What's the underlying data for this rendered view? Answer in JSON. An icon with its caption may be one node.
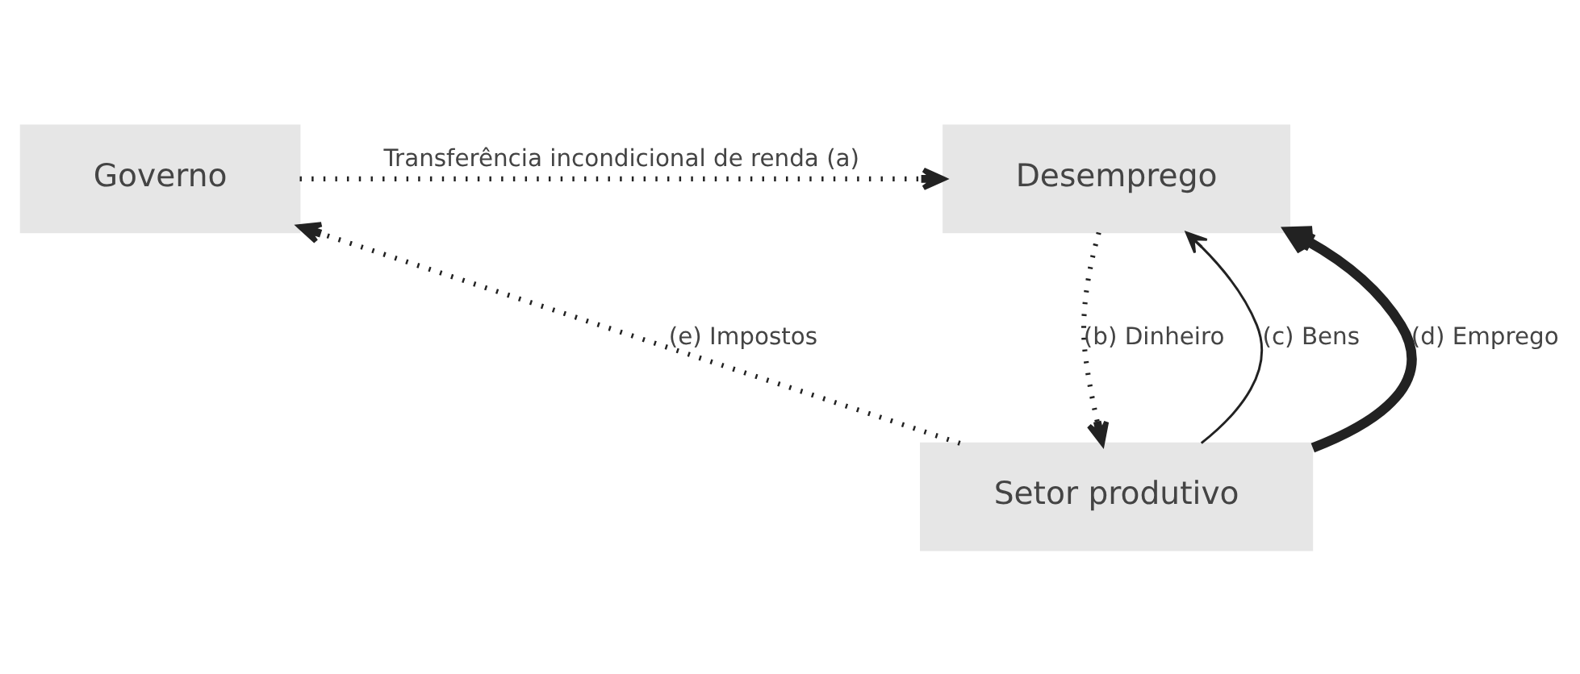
{
  "diagram": {
    "nodes": [
      {
        "text": [
          "Governo"
        ]
      },
      {
        "text": [
          "Desemprego"
        ]
      },
      {
        "text": [
          "Setor produtivo"
        ]
      }
    ],
    "edges": [
      {
        "from": 0,
        "to": 1,
        "arrow": "to",
        "label": "Transferência incondicional de renda (a)",
        "style": "dashed"
      },
      {
        "from": 1,
        "to": 2,
        "arrow": "to",
        "label": "(b) Dinheiro",
        "style": "dashed"
      },
      {
        "from": 2,
        "to": 1,
        "arrow": "to",
        "label": "(c) Bens"
      },
      {
        "from": 2,
        "to": 1,
        "arrow": "to",
        "label": "(d) Emprego",
        "style": "thick"
      },
      {
        "from": 2,
        "to": 0,
        "arrow": "to",
        "label": "(e) Impostos",
        "style": "dashed"
      }
    ]
  }
}
